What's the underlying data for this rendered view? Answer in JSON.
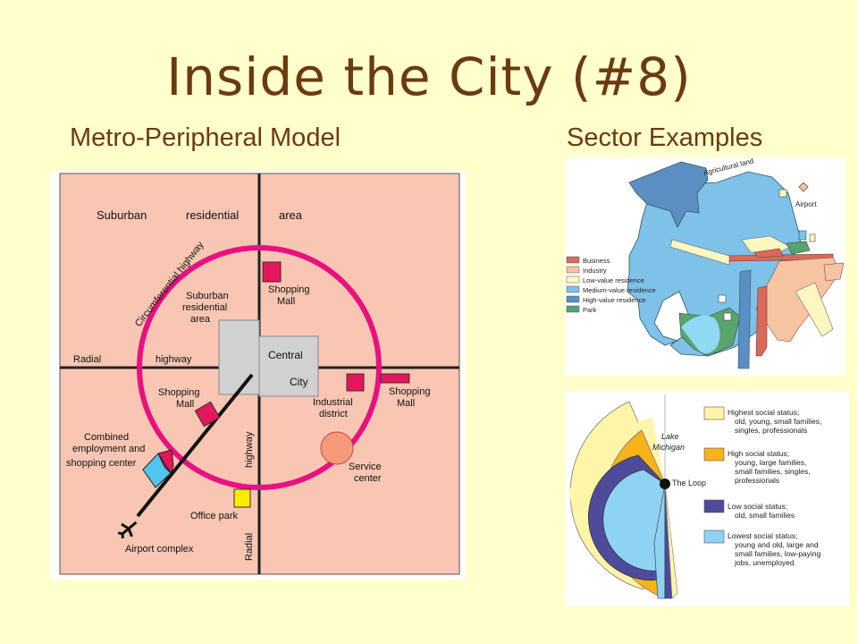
{
  "slide": {
    "title": "Inside the City (#8)",
    "left_heading": "Metro-Peripheral Model",
    "right_heading": "Sector Examples"
  },
  "metro": {
    "labels": {
      "suburban": "Suburban",
      "residential": "residential",
      "area": "area",
      "circumferential": "Circumferential highway",
      "sub_res_1": "Suburban",
      "sub_res_2": "residential",
      "sub_res_3": "area",
      "mall_top_1": "Shopping",
      "mall_top_2": "Mall",
      "radial": "Radial",
      "highway": "highway",
      "central": "Central",
      "city": "City",
      "mall_left_1": "Shopping",
      "mall_left_2": "Mall",
      "industrial_1": "Industrial",
      "industrial_2": "district",
      "mall_right_1": "Shopping",
      "mall_right_2": "Mall",
      "combined_1": "Combined",
      "combined_2": "employment and",
      "combined_3": "shopping center",
      "highway_vertical": "highway",
      "service_1": "Service",
      "service_2": "center",
      "office_park": "Office park",
      "airport_complex": "Airport complex",
      "radial_vertical": "Radial"
    },
    "colors": {
      "background": "#f9c6b4",
      "ring": "#e8117f",
      "center": "#d1d1d1",
      "mall": "#e5175c",
      "combined_blue": "#52c5ec",
      "service": "#f59a7a",
      "office": "#ffec00"
    }
  },
  "sector1": {
    "labels": {
      "agricultural": "Agricultural land",
      "airport": "Airport"
    },
    "legend": [
      {
        "label": "Business",
        "color": "#d86a5a"
      },
      {
        "label": "Industry",
        "color": "#f7c4a2"
      },
      {
        "label": "Low-value residence",
        "color": "#fff7c2"
      },
      {
        "label": "Medium-value residence",
        "color": "#7ec1e9"
      },
      {
        "label": "High-value residence",
        "color": "#5b8fc4"
      },
      {
        "label": "Park",
        "color": "#5aa36f"
      }
    ]
  },
  "sector2": {
    "labels": {
      "lake_1": "Lake",
      "lake_2": "Michigan",
      "loop": "The Loop"
    },
    "legend": [
      {
        "lines": [
          "Highest social status;",
          "old, young, small families,",
          "singles, professionals"
        ],
        "color": "#fff5a8"
      },
      {
        "lines": [
          "High social status;",
          "young, large families,",
          "small families, singles,",
          "professionals"
        ],
        "color": "#f9b31a"
      },
      {
        "lines": [
          "Low social status;",
          "old, small families"
        ],
        "color": "#4f4b9c"
      },
      {
        "lines": [
          "Lowest social status;",
          "young and old, large and",
          "small families, low-paying",
          "jobs, unemployed"
        ],
        "color": "#8fd3f2"
      }
    ]
  }
}
